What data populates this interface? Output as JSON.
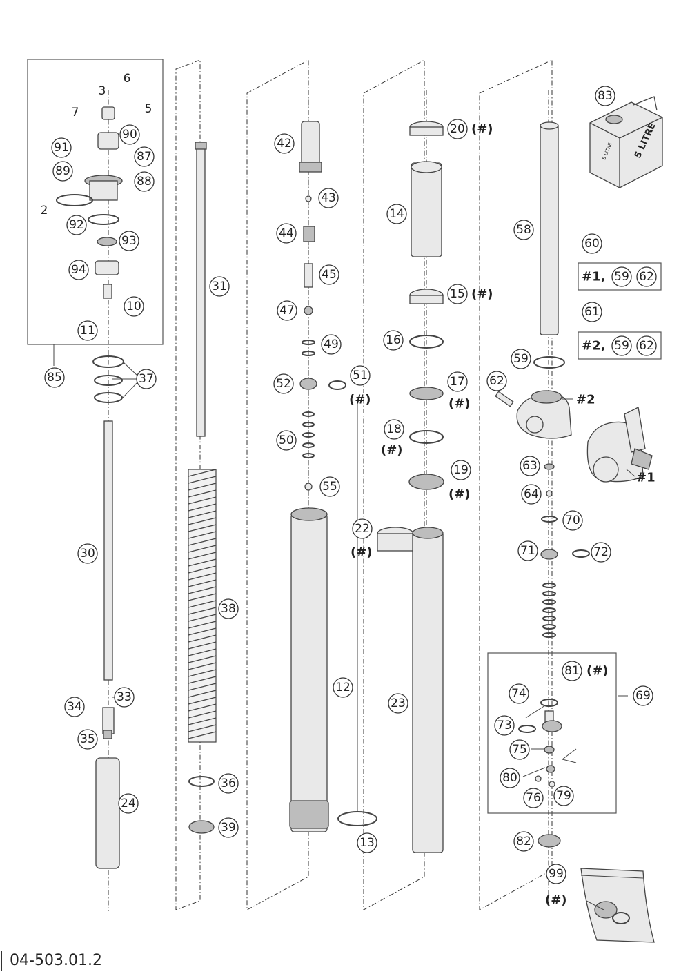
{
  "drawing_number": "04-503.01.2",
  "hash_marker": "(#)",
  "kit_notes": [
    {
      "number": "60",
      "note": "#1,",
      "refs": [
        "59",
        "62"
      ]
    },
    {
      "number": "61",
      "note": "#2,",
      "refs": [
        "59",
        "62"
      ]
    }
  ],
  "callout_tags": [
    "#1",
    "#2"
  ],
  "oil_can_text": [
    "5 LITRE",
    "5 LITRE"
  ],
  "parts": [
    {
      "number": "2"
    },
    {
      "number": "3"
    },
    {
      "number": "5"
    },
    {
      "number": "6"
    },
    {
      "number": "7"
    },
    {
      "number": "10"
    },
    {
      "number": "11"
    },
    {
      "number": "12"
    },
    {
      "number": "13"
    },
    {
      "number": "14"
    },
    {
      "number": "15",
      "marked": true
    },
    {
      "number": "16"
    },
    {
      "number": "17",
      "marked": true
    },
    {
      "number": "18",
      "marked": true
    },
    {
      "number": "19",
      "marked": true
    },
    {
      "number": "20",
      "marked": true
    },
    {
      "number": "22",
      "marked": true
    },
    {
      "number": "23"
    },
    {
      "number": "24"
    },
    {
      "number": "30"
    },
    {
      "number": "31"
    },
    {
      "number": "33"
    },
    {
      "number": "34"
    },
    {
      "number": "35"
    },
    {
      "number": "36"
    },
    {
      "number": "37"
    },
    {
      "number": "38"
    },
    {
      "number": "39"
    },
    {
      "number": "42"
    },
    {
      "number": "43"
    },
    {
      "number": "44"
    },
    {
      "number": "45"
    },
    {
      "number": "47"
    },
    {
      "number": "49"
    },
    {
      "number": "50"
    },
    {
      "number": "51",
      "marked": true
    },
    {
      "number": "52"
    },
    {
      "number": "55"
    },
    {
      "number": "58"
    },
    {
      "number": "59"
    },
    {
      "number": "62"
    },
    {
      "number": "63"
    },
    {
      "number": "64"
    },
    {
      "number": "69"
    },
    {
      "number": "70"
    },
    {
      "number": "71"
    },
    {
      "number": "72"
    },
    {
      "number": "73"
    },
    {
      "number": "74"
    },
    {
      "number": "75"
    },
    {
      "number": "76"
    },
    {
      "number": "79"
    },
    {
      "number": "80"
    },
    {
      "number": "81",
      "marked": true
    },
    {
      "number": "82"
    },
    {
      "number": "83"
    },
    {
      "number": "85"
    },
    {
      "number": "87"
    },
    {
      "number": "88"
    },
    {
      "number": "89"
    },
    {
      "number": "90"
    },
    {
      "number": "91"
    },
    {
      "number": "92"
    },
    {
      "number": "93"
    },
    {
      "number": "94"
    },
    {
      "number": "99",
      "marked": true
    }
  ]
}
